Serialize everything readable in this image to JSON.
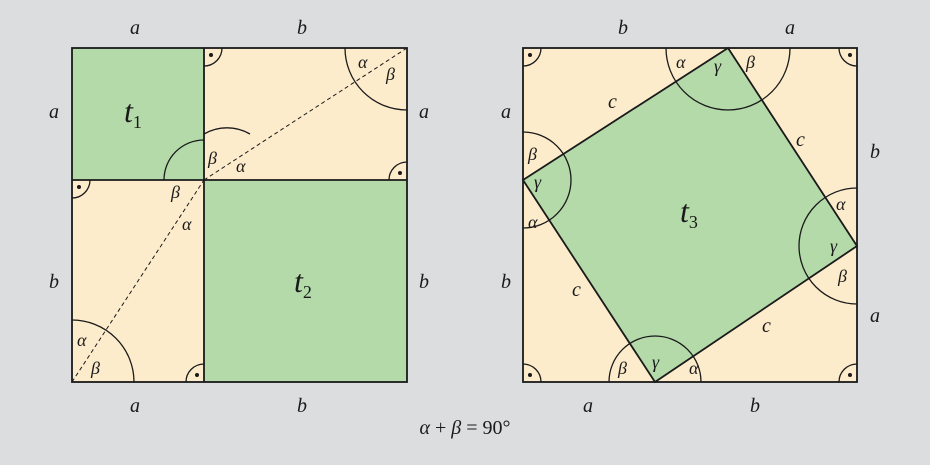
{
  "colors": {
    "background": "#dcddde",
    "triangle_fill": "#fdeccc",
    "square_fill": "#b3daa8",
    "stroke": "#1a1a1a"
  },
  "left_figure": {
    "top_labels": [
      "a",
      "b"
    ],
    "bottom_labels": [
      "a",
      "b"
    ],
    "left_labels": [
      "a",
      "b"
    ],
    "right_labels": [
      "a",
      "b"
    ],
    "square_1": {
      "symbol": "t",
      "index": "1"
    },
    "square_2": {
      "symbol": "t",
      "index": "2"
    },
    "angles": [
      "α",
      "β",
      "β",
      "α",
      "β",
      "α",
      "α",
      "β"
    ]
  },
  "right_figure": {
    "top_labels": [
      "b",
      "a"
    ],
    "bottom_labels": [
      "a",
      "b"
    ],
    "left_labels": [
      "a",
      "b"
    ],
    "right_labels": [
      "b",
      "a"
    ],
    "hypotenuse_labels": [
      "c",
      "c",
      "c",
      "c"
    ],
    "square_3": {
      "symbol": "t",
      "index": "3"
    },
    "angles": [
      "α",
      "γ",
      "β",
      "β",
      "γ",
      "α",
      "α",
      "γ",
      "β",
      "β",
      "γ",
      "α"
    ]
  },
  "formula": {
    "alpha": "α",
    "plus": "+",
    "beta": "β",
    "equals": "=",
    "value": "90°"
  }
}
